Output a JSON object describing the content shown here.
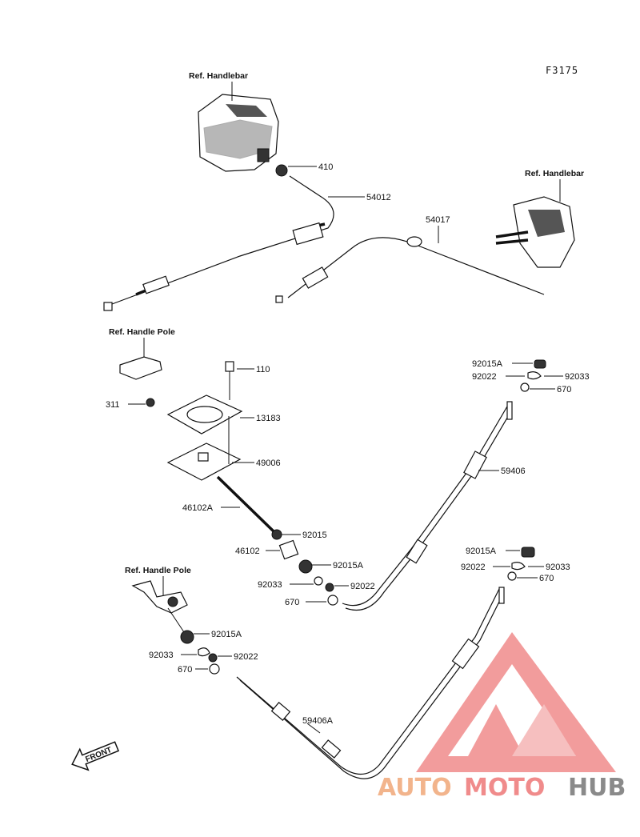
{
  "diagram_code": "F3175",
  "refs": {
    "handlebar_left": "Ref. Handlebar",
    "handlebar_right": "Ref. Handlebar",
    "handle_pole_top": "Ref. Handle Pole",
    "handle_pole_bottom": "Ref. Handle Pole"
  },
  "parts": {
    "p410": "410",
    "p54012": "54012",
    "p54017": "54017",
    "p110": "110",
    "p13183": "13183",
    "p311": "311",
    "p49006": "49006",
    "p46102A": "46102A",
    "p92015_mid": "92015",
    "p46102": "46102",
    "p92015A_mid": "92015A",
    "p92033_mid": "92033",
    "p92022_mid": "92022",
    "p670_mid": "670",
    "p92015A_tr": "92015A",
    "p92022_tr": "92022",
    "p92033_tr": "92033",
    "p670_tr": "670",
    "p59406": "59406",
    "p92015A_r2": "92015A",
    "p92022_r2": "92022",
    "p92033_r2": "92033",
    "p670_r2": "670",
    "p92015A_bl": "92015A",
    "p92033_bl": "92033",
    "p92022_bl": "92022",
    "p670_bl": "670",
    "p59406A": "59406A"
  },
  "front_arrow": "FRONT",
  "watermark": {
    "part1": "AUTO",
    "part2": "MOTO",
    "part3": "HUB"
  },
  "colors": {
    "watermark_orange": "#f2b48c",
    "watermark_red": "#f08b8b",
    "watermark_gray": "#8a8a8a"
  }
}
